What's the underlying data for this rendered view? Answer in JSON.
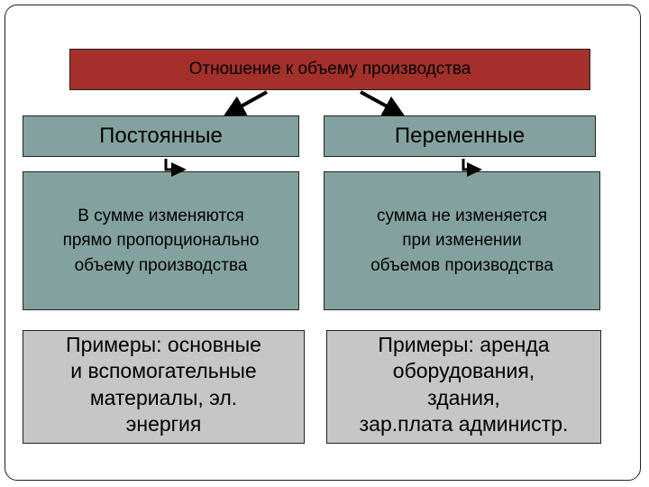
{
  "title": "Отношение к объему производства",
  "columns": [
    {
      "header": "Постоянные",
      "description": [
        "В сумме изменяются",
        "прямо пропорционально",
        "объему производства"
      ],
      "examples": [
        "Примеры: основные",
        "и вспомогательные",
        "материалы, эл.",
        "энергия"
      ]
    },
    {
      "header": "Переменные",
      "description": [
        "сумма не изменяется",
        "при изменении",
        "объемов производства"
      ],
      "examples": [
        "Примеры: аренда",
        "оборудования,",
        "здания,",
        "зар.плата администр."
      ]
    }
  ],
  "colors": {
    "title_fill": "#a4302a",
    "header_fill": "#83a29f",
    "description_fill": "#83a29f",
    "examples_fill": "#c6c6c6",
    "outline": "#222222"
  }
}
